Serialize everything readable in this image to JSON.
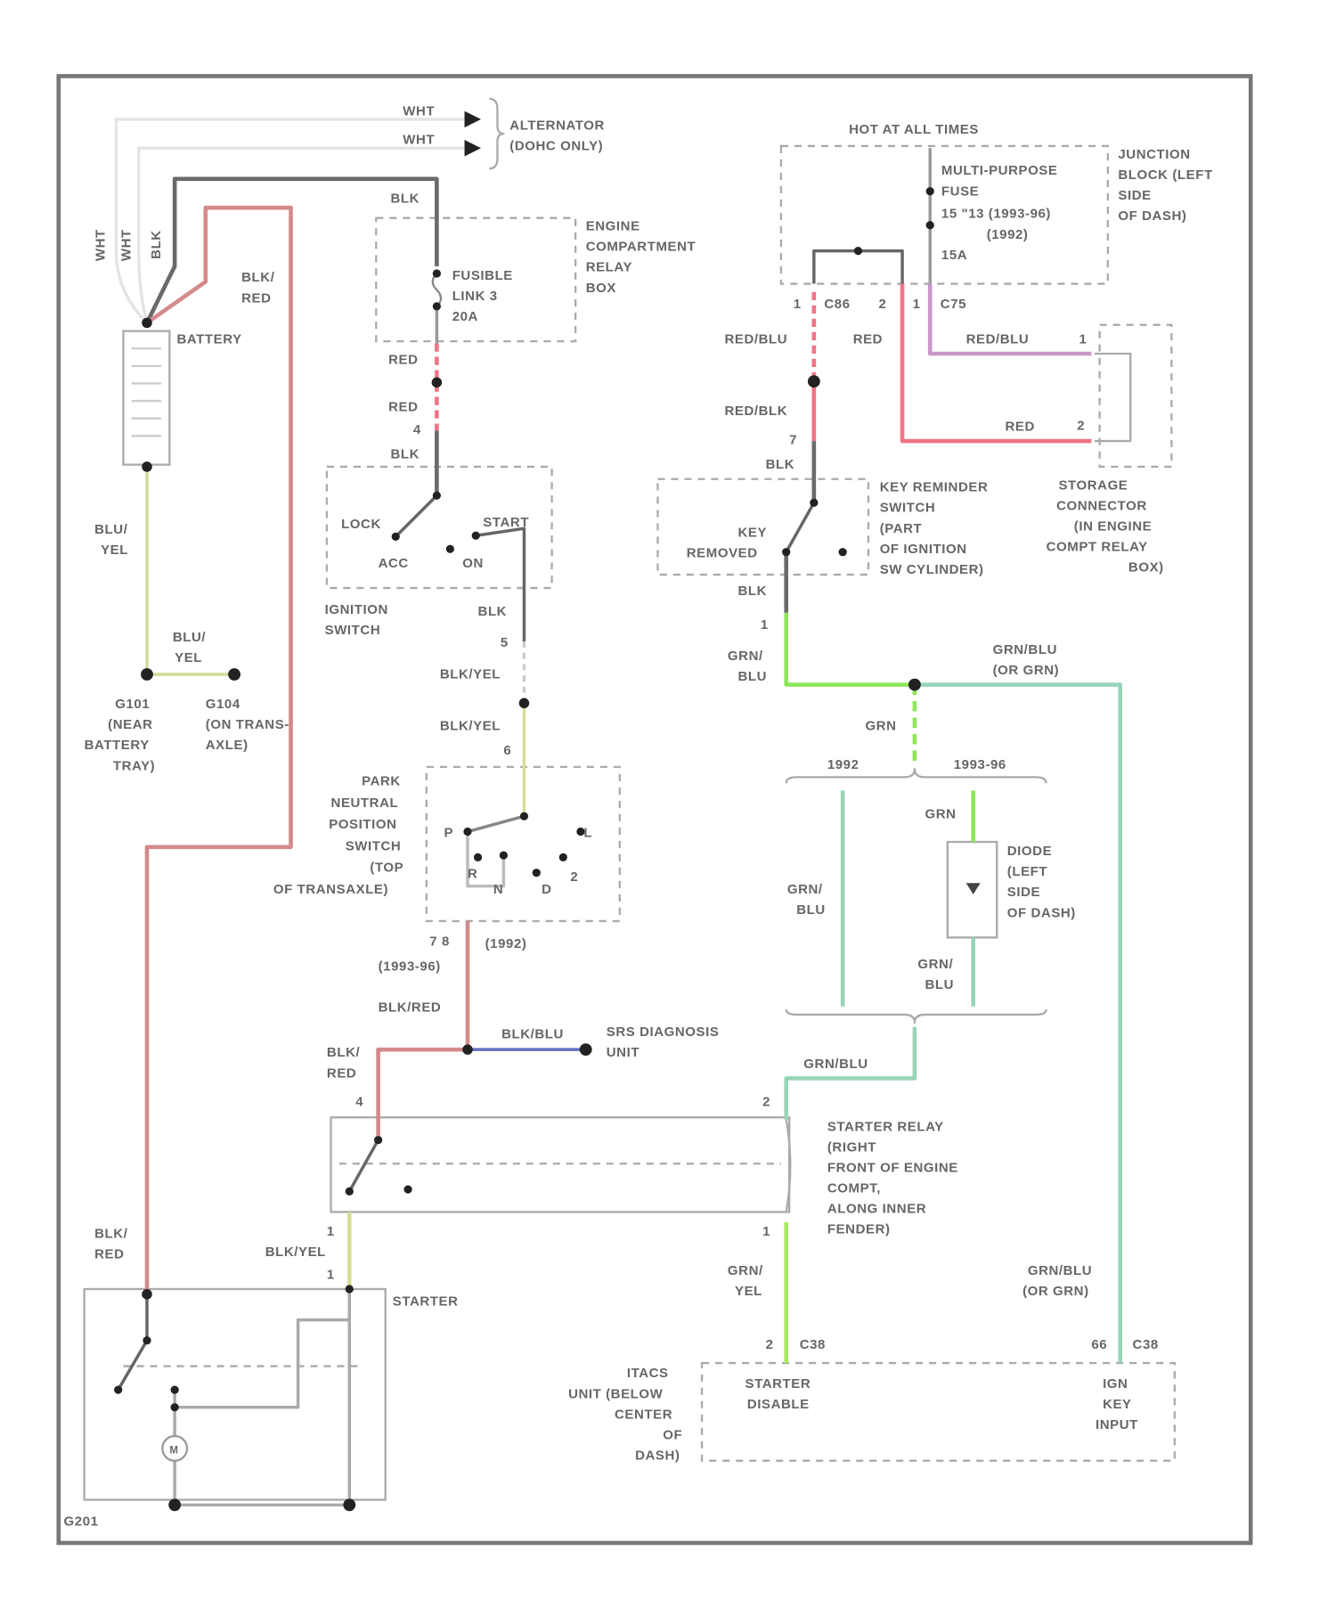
{
  "title": "Starting wiring diagram",
  "colors": {
    "blk": "#6a6a6a",
    "wht": "#e6e6e6",
    "blk_red": "#d48a8a",
    "red": "#f07585",
    "red_blu": "#f07585",
    "red_blu_purple": "#c898c8",
    "blu_yel": "#cfdc98",
    "blk_yel": "#d8dc9a",
    "blk_blu": "#6070c0",
    "grn": "#8ee65a",
    "grn_blu": "#98d4b8",
    "grn_yel": "#a8ea60"
  },
  "alternator": {
    "wire1": "WHT",
    "wire2": "WHT",
    "label1": "ALTERNATOR",
    "label2": "(DOHC ONLY)"
  },
  "battery": {
    "wire_a": "WHT",
    "wire_b": "WHT",
    "wire_c": "BLK",
    "blk_red_1": "BLK/",
    "blk_red_2": "RED",
    "label": "BATTERY",
    "blu_yel_1": "BLU/",
    "blu_yel_2": "YEL",
    "blu_yel_b1": "BLU/",
    "blu_yel_b2": "YEL"
  },
  "grounds": {
    "g101_1": "G101",
    "g101_2": "(NEAR",
    "g101_3": "BATTERY",
    "g101_4": "TRAY)",
    "g104_1": "G104",
    "g104_2": "(ON TRANS-",
    "g104_3": "AXLE)",
    "g201": "G201"
  },
  "engine_relay_box": {
    "wire_top": "BLK",
    "label1": "ENGINE",
    "label2": "COMPARTMENT",
    "label3": "RELAY",
    "label4": "BOX",
    "fuse1": "FUSIBLE",
    "fuse2": "LINK 3",
    "fuse3": "20A",
    "red1": "RED",
    "red2": "RED",
    "pin": "4",
    "wire_below": "BLK"
  },
  "ignition_switch": {
    "lock": "LOCK",
    "start": "START",
    "acc": "ACC",
    "on": "ON",
    "label1": "IGNITION",
    "label2": "SWITCH",
    "wire_out": "BLK",
    "pin5": "5",
    "blk_yel1": "BLK/YEL",
    "blk_yel2": "BLK/YEL",
    "pin6": "6"
  },
  "pnp_switch": {
    "label1": "PARK",
    "label2": "NEUTRAL",
    "label3": "POSITION",
    "label4": "SWITCH",
    "label5": "(TOP",
    "label6": "OF TRANSAXLE)",
    "p": "P",
    "r": "R",
    "n": "N",
    "d": "D",
    "two": "2",
    "l": "L",
    "pins": "7  8",
    "yr1": "(1993-96)",
    "yr2": "(1992)",
    "blk_red": "BLK/RED"
  },
  "srs": {
    "wire": "BLK/BLU",
    "label1": "SRS DIAGNOSIS",
    "label2": "UNIT"
  },
  "starter_relay": {
    "wire_in1": "BLK/",
    "wire_in2": "RED",
    "pin4": "4",
    "pin2": "2",
    "pin1a": "1",
    "pin1b": "1",
    "label1": "STARTER RELAY",
    "label2": "(RIGHT",
    "label3": "FRONT OF ENGINE",
    "label4": "COMPT,",
    "label5": "ALONG INNER",
    "label6": "FENDER)",
    "blk_yel": "BLK/YEL",
    "grn_blu": "GRN/BLU"
  },
  "starter": {
    "label": "STARTER",
    "wire1": "BLK/",
    "wire2": "RED",
    "motor": "M"
  },
  "junction_block": {
    "hot": "HOT AT ALL TIMES",
    "fuse1": "MULTI-PURPOSE",
    "fuse2": "FUSE",
    "fuse3": "15 \"13 (1993-96)",
    "fuse4": "(1992)",
    "fuse5": "15A",
    "label1": "JUNCTION",
    "label2": "BLOCK (LEFT",
    "label3": "SIDE",
    "label4": "OF DASH)",
    "pin1": "1",
    "c86": "C86",
    "pin2": "2",
    "pin1b": "1",
    "c75": "C75"
  },
  "wires_right": {
    "red_blu": "RED/BLU",
    "red": "RED",
    "red_blu2": "RED/BLU",
    "pin_s1": "1",
    "red2": "RED",
    "pin_s2": "2",
    "red_blk": "RED/BLK",
    "pin7": "7",
    "blk": "BLK"
  },
  "storage_connector": {
    "label1": "STORAGE",
    "label2": "CONNECTOR",
    "label3": "(IN ENGINE",
    "label4": "COMPT RELAY",
    "label5": "BOX)"
  },
  "key_reminder": {
    "label1": "KEY REMINDER",
    "label2": "SWITCH",
    "label3": "(PART",
    "label4": "OF IGNITION",
    "label5": "SW CYLINDER)",
    "key1": "KEY",
    "key2": "REMOVED",
    "wire_out": "BLK",
    "pin": "1",
    "grn1": "GRN/",
    "grn2": "BLU"
  },
  "variants": {
    "grn_blu1": "GRN/BLU",
    "grn_blu2": "(OR GRN)",
    "grn": "GRN",
    "y1992": "1992",
    "y1993": "1993-96",
    "grn_b": "GRN",
    "gb_1": "GRN/",
    "gb_2": "BLU",
    "gb2_1": "GRN/",
    "gb2_2": "BLU",
    "diode1": "DIODE",
    "diode2": "(LEFT",
    "diode3": "SIDE",
    "diode4": "OF DASH)"
  },
  "itacs": {
    "grn_yel1": "GRN/",
    "grn_yel2": "YEL",
    "pin2": "2",
    "c2a": "C38",
    "grn_blu1": "GRN/BLU",
    "grn_blu2": "(OR GRN)",
    "pin66": "66",
    "c2b": "C38",
    "label1": "ITACS",
    "label2": "UNIT (BELOW",
    "label3": "CENTER",
    "label4": "OF",
    "label5": "DASH)",
    "sd1": "STARTER",
    "sd2": "DISABLE",
    "ign1": "IGN",
    "ign2": "KEY",
    "ign3": "INPUT"
  }
}
